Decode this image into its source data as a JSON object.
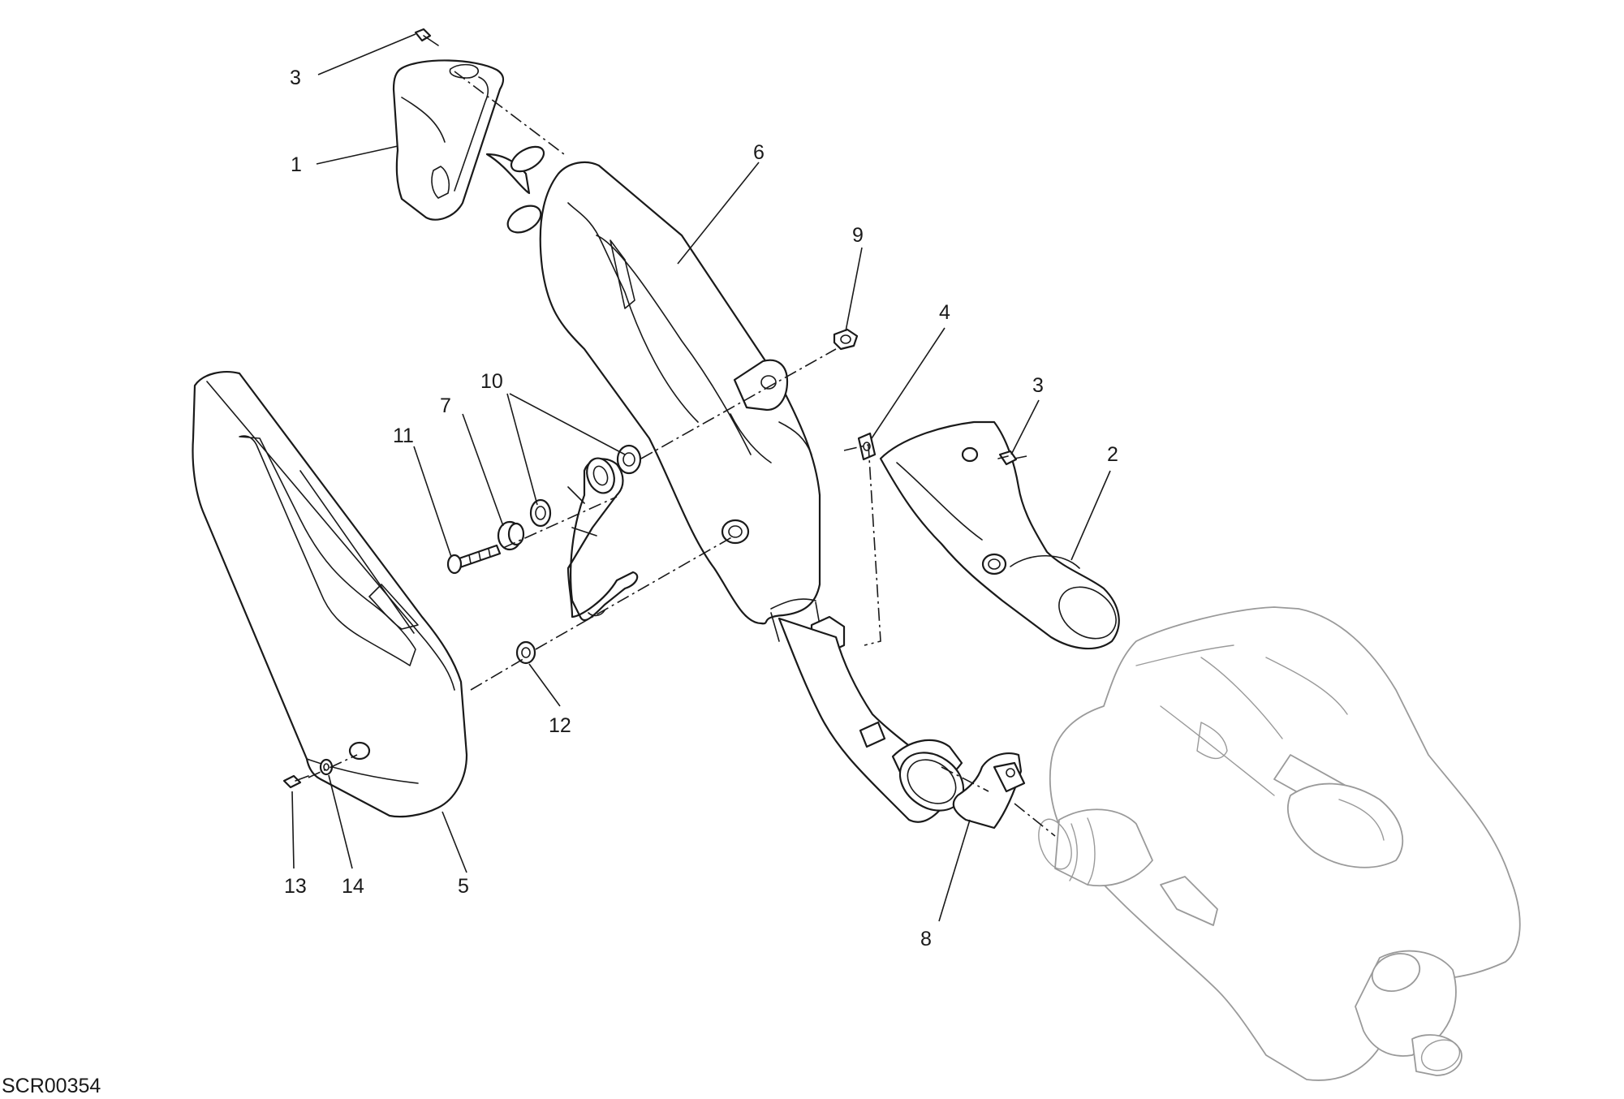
{
  "diagram_ref": "SCR00354",
  "callouts": [
    {
      "id": "c1",
      "label": "1"
    },
    {
      "id": "c2",
      "label": "2"
    },
    {
      "id": "c3a",
      "label": "3"
    },
    {
      "id": "c3b",
      "label": "3"
    },
    {
      "id": "c4",
      "label": "4"
    },
    {
      "id": "c5",
      "label": "5"
    },
    {
      "id": "c6",
      "label": "6"
    },
    {
      "id": "c7",
      "label": "7"
    },
    {
      "id": "c8",
      "label": "8"
    },
    {
      "id": "c9",
      "label": "9"
    },
    {
      "id": "c10",
      "label": "10"
    },
    {
      "id": "c11",
      "label": "11"
    },
    {
      "id": "c12",
      "label": "12"
    },
    {
      "id": "c13",
      "label": "13"
    },
    {
      "id": "c14",
      "label": "14"
    }
  ]
}
